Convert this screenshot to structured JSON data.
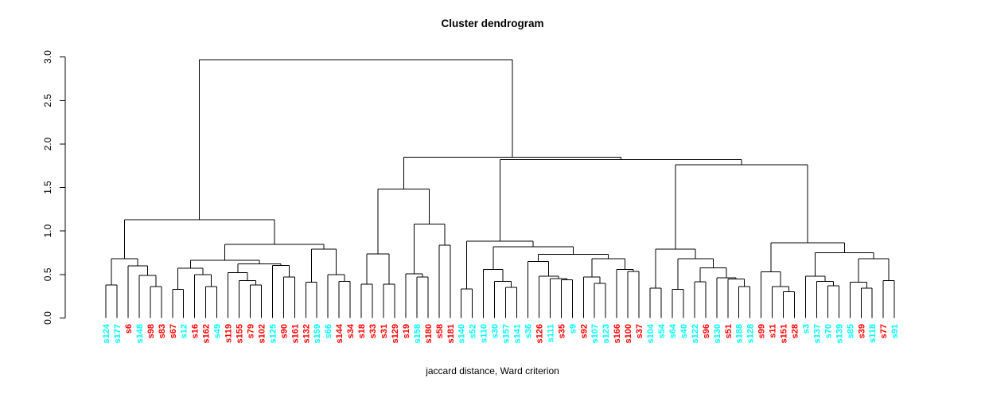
{
  "title": "Cluster dendrogram",
  "caption": "jaccard distance, Ward criterion",
  "colors": {
    "red": "#FF0000",
    "cyan": "#00FFFF",
    "line": "#000000"
  },
  "chart_data": {
    "type": "dendrogram",
    "title": "Cluster dendrogram",
    "xlabel": "jaccard distance, Ward criterion",
    "ylabel": "",
    "ylim": [
      0.0,
      3.0
    ],
    "yticks": [
      "0.0",
      "0.5",
      "1.0",
      "1.5",
      "2.0",
      "2.5",
      "3.0"
    ],
    "grid": false,
    "leaves": [
      {
        "label": "s124",
        "color": "cyan"
      },
      {
        "label": "s177",
        "color": "cyan"
      },
      {
        "label": "s6",
        "color": "red"
      },
      {
        "label": "s148",
        "color": "cyan"
      },
      {
        "label": "s98",
        "color": "red"
      },
      {
        "label": "s83",
        "color": "red"
      },
      {
        "label": "s67",
        "color": "red"
      },
      {
        "label": "s12",
        "color": "cyan"
      },
      {
        "label": "s16",
        "color": "red"
      },
      {
        "label": "s162",
        "color": "red"
      },
      {
        "label": "s49",
        "color": "cyan"
      },
      {
        "label": "s119",
        "color": "red"
      },
      {
        "label": "s155",
        "color": "red"
      },
      {
        "label": "s79",
        "color": "red"
      },
      {
        "label": "s102",
        "color": "red"
      },
      {
        "label": "s125",
        "color": "cyan"
      },
      {
        "label": "s90",
        "color": "red"
      },
      {
        "label": "s161",
        "color": "red"
      },
      {
        "label": "s132",
        "color": "red"
      },
      {
        "label": "s159",
        "color": "cyan"
      },
      {
        "label": "s66",
        "color": "cyan"
      },
      {
        "label": "s144",
        "color": "red"
      },
      {
        "label": "s34",
        "color": "red"
      },
      {
        "label": "s18",
        "color": "red"
      },
      {
        "label": "s33",
        "color": "red"
      },
      {
        "label": "s31",
        "color": "red"
      },
      {
        "label": "s129",
        "color": "red"
      },
      {
        "label": "s19",
        "color": "red"
      },
      {
        "label": "s158",
        "color": "cyan"
      },
      {
        "label": "s180",
        "color": "red"
      },
      {
        "label": "s58",
        "color": "red"
      },
      {
        "label": "s181",
        "color": "red"
      },
      {
        "label": "s140",
        "color": "cyan"
      },
      {
        "label": "s52",
        "color": "cyan"
      },
      {
        "label": "s110",
        "color": "cyan"
      },
      {
        "label": "s30",
        "color": "cyan"
      },
      {
        "label": "s157",
        "color": "cyan"
      },
      {
        "label": "s141",
        "color": "cyan"
      },
      {
        "label": "s36",
        "color": "cyan"
      },
      {
        "label": "s126",
        "color": "red"
      },
      {
        "label": "s111",
        "color": "cyan"
      },
      {
        "label": "s35",
        "color": "red"
      },
      {
        "label": "s9",
        "color": "cyan"
      },
      {
        "label": "s92",
        "color": "red"
      },
      {
        "label": "s107",
        "color": "cyan"
      },
      {
        "label": "s123",
        "color": "cyan"
      },
      {
        "label": "s166",
        "color": "red"
      },
      {
        "label": "s100",
        "color": "red"
      },
      {
        "label": "s37",
        "color": "red"
      },
      {
        "label": "s104",
        "color": "cyan"
      },
      {
        "label": "s54",
        "color": "cyan"
      },
      {
        "label": "s64",
        "color": "cyan"
      },
      {
        "label": "s40",
        "color": "cyan"
      },
      {
        "label": "s122",
        "color": "cyan"
      },
      {
        "label": "s96",
        "color": "red"
      },
      {
        "label": "s130",
        "color": "cyan"
      },
      {
        "label": "s51",
        "color": "red"
      },
      {
        "label": "s188",
        "color": "cyan"
      },
      {
        "label": "s128",
        "color": "cyan"
      },
      {
        "label": "s99",
        "color": "red"
      },
      {
        "label": "s11",
        "color": "red"
      },
      {
        "label": "s151",
        "color": "red"
      },
      {
        "label": "s28",
        "color": "red"
      },
      {
        "label": "s3",
        "color": "cyan"
      },
      {
        "label": "s137",
        "color": "cyan"
      },
      {
        "label": "s70",
        "color": "cyan"
      },
      {
        "label": "s139",
        "color": "cyan"
      },
      {
        "label": "s85",
        "color": "cyan"
      },
      {
        "label": "s39",
        "color": "red"
      },
      {
        "label": "s118",
        "color": "cyan"
      },
      {
        "label": "s77",
        "color": "red"
      },
      {
        "label": "s91",
        "color": "cyan"
      }
    ],
    "tree": [
      2.97,
      [
        1.13,
        [
          0.68,
          [
            0.38,
            0,
            1
          ],
          [
            0.6,
            2,
            [
              0.49,
              3,
              [
                0.36,
                4,
                5
              ]
            ]
          ]
        ],
        [
          0.845,
          [
            0.665,
            [
              0.57,
              [
                0.33,
                6,
                7
              ],
              [
                0.5,
                8,
                [
                  0.36,
                  9,
                  10
                ]
              ]
            ],
            [
              0.62,
              [
                0.52,
                11,
                [
                  0.43,
                  12,
                  [
                    0.38,
                    13,
                    14
                  ]
                ]
              ],
              [
                0.605,
                15,
                [
                  0.47,
                  16,
                  17
                ]
              ]
            ]
          ],
          [
            0.79,
            [
              0.41,
              18,
              19
            ],
            [
              0.5,
              20,
              [
                0.42,
                21,
                22
              ]
            ]
          ]
        ]
      ],
      [
        1.85,
        [
          1.48,
          [
            0.735,
            [
              0.39,
              23,
              24
            ],
            [
              0.39,
              25,
              26
            ]
          ],
          [
            1.08,
            [
              0.51,
              27,
              [
                0.47,
                28,
                29
              ]
            ],
            [
              0.835,
              30,
              31
            ]
          ]
        ],
        [
          1.82,
          [
            0.885,
            [
              0.335,
              32,
              33
            ],
            [
              0.82,
              [
                0.56,
                34,
                [
                  0.42,
                  35,
                  [
                    0.35,
                    36,
                    37
                  ]
                ]
              ],
              [
                0.73,
                [
                  0.65,
                  38,
                  [
                    0.48,
                    39,
                    [
                      0.455,
                      40,
                      [
                        0.44,
                        41,
                        42
                      ]
                    ]
                  ]
                ],
                [
                  0.68,
                  [
                    0.47,
                    43,
                    [
                      0.4,
                      44,
                      45
                    ]
                  ],
                  [
                    0.56,
                    46,
                    [
                      0.535,
                      47,
                      48
                    ]
                  ]
                ]
              ]
            ]
          ],
          [
            1.76,
            [
              0.79,
              [
                0.345,
                49,
                50
              ],
              [
                0.68,
                [
                  0.33,
                  51,
                  52
                ],
                [
                  0.575,
                  [
                    0.415,
                    53,
                    54
                  ],
                  [
                    0.46,
                    55,
                    [
                      0.45,
                      56,
                      [
                        0.36,
                        57,
                        58
                      ]
                    ]
                  ]
                ]
              ]
            ],
            [
              0.865,
              [
                0.53,
                59,
                [
                  0.36,
                  60,
                  [
                    0.3,
                    61,
                    62
                  ]
                ]
              ],
              [
                0.75,
                [
                  0.48,
                  63,
                  [
                    0.42,
                    64,
                    [
                      0.37,
                      65,
                      66
                    ]
                  ]
                ],
                [
                  0.68,
                  [
                    0.41,
                    67,
                    [
                      0.345,
                      68,
                      69
                    ]
                  ],
                  [
                    0.43,
                    70,
                    71
                  ]
                ]
              ]
            ]
          ]
        ]
      ]
    ],
    "layout": {
      "leaf_x0": 133,
      "leaf_dx": 13.96,
      "y_zero": 399.5,
      "y_per_unit": 109.3,
      "axis_x": 82,
      "tick_len": 7,
      "leaf_label_y": 407,
      "leaf_font": 11,
      "tick_font": 12
    }
  }
}
